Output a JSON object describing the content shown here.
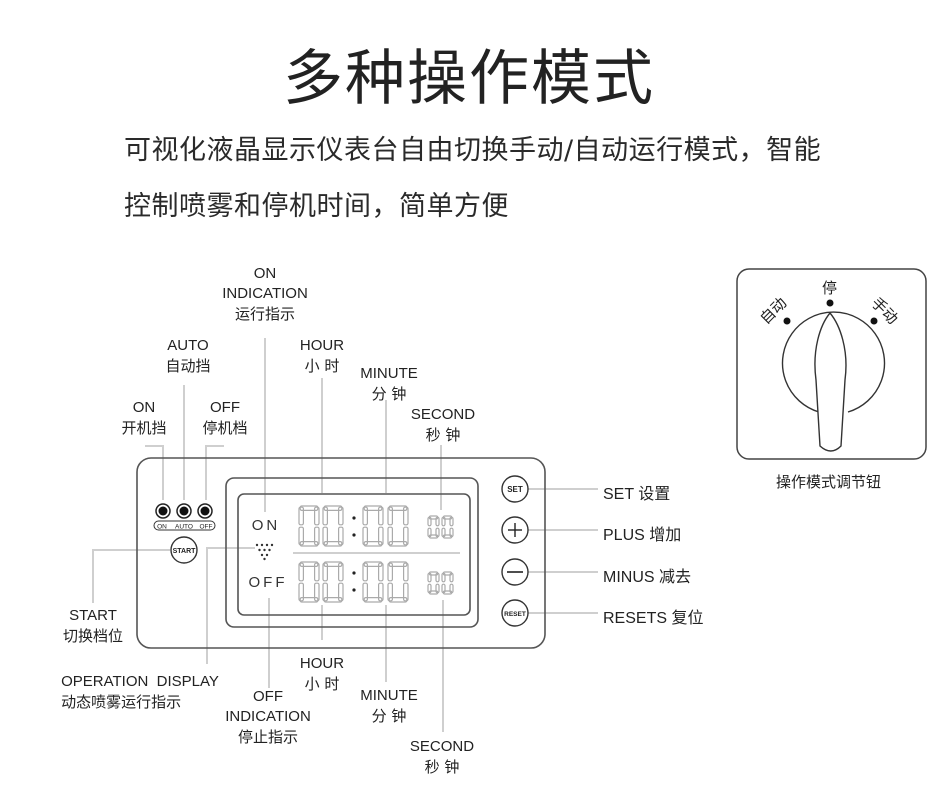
{
  "header": {
    "title": "多种操作模式",
    "description_line1": "可视化液晶显示仪表台自由切换手动/自动运行模式，智能",
    "description_line2": "控制喷雾和停机时间，简单方便"
  },
  "panel": {
    "indicator_lights": [
      "ON",
      "AUTO",
      "OFF"
    ],
    "start_button": "START",
    "display": {
      "on_label": "ON",
      "off_label": "OFF",
      "top_time": {
        "hour": "00",
        "minute": "00",
        "second": "00"
      },
      "bottom_time": {
        "hour": "00",
        "minute": "00",
        "second": "00"
      }
    },
    "buttons": {
      "set": "SET",
      "plus": "+",
      "minus": "−",
      "reset": "RESET"
    }
  },
  "callouts": {
    "on_indication": {
      "en1": "ON",
      "en2": "INDICATION",
      "cn": "运行指示"
    },
    "auto": {
      "en": "AUTO",
      "cn": "自动挡"
    },
    "on": {
      "en": "ON",
      "cn": "开机挡"
    },
    "off": {
      "en": "OFF",
      "cn": "停机档"
    },
    "hour_top": {
      "en": "HOUR",
      "cn": "小 时"
    },
    "minute_top": {
      "en": "MINUTE",
      "cn": "分 钟"
    },
    "second_top": {
      "en": "SECOND",
      "cn": "秒 钟"
    },
    "start": {
      "en": "START",
      "cn": "切换档位"
    },
    "operation_display": {
      "en": "OPERATION  DISPLAY",
      "cn": "动态喷雾运行指示"
    },
    "off_indication": {
      "en1": "OFF",
      "en2": "INDICATION",
      "cn": "停止指示"
    },
    "hour_bottom": {
      "en": "HOUR",
      "cn": "小 时"
    },
    "minute_bottom": {
      "en": "MINUTE",
      "cn": "分 钟"
    },
    "second_bottom": {
      "en": "SECOND",
      "cn": "秒 钟"
    },
    "set": "SET  设置",
    "plus": "PLUS  增加",
    "minus": "MINUS  减去",
    "resets": "RESETS  复位"
  },
  "knob": {
    "positions": [
      "自动",
      "停",
      "手动"
    ],
    "caption": "操作模式调节钮"
  }
}
